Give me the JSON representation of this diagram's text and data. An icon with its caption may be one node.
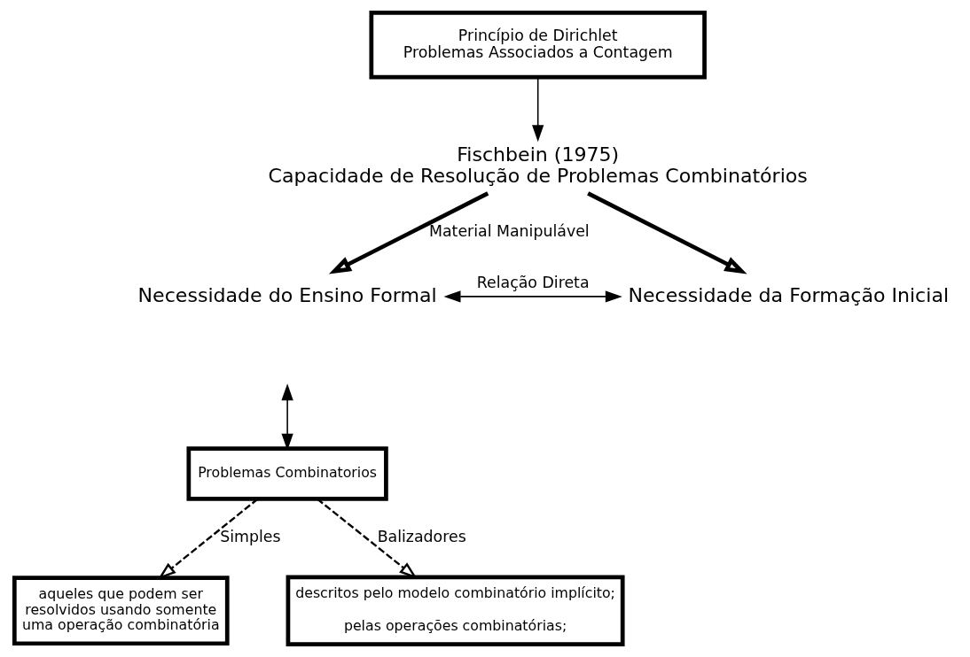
{
  "diagram": {
    "nodes": [
      {
        "text": [
          "Princípio de Dirichlet",
          "Problemas Associados a Contagem"
        ]
      },
      {
        "text": [
          "Fischbein (1975)",
          "Capacidade de Resolução de Problemas Combinatórios"
        ]
      },
      {
        "text": [
          "Necessidade do Ensino Formal"
        ]
      },
      {
        "text": [
          "Necessidade da Formação Inicial"
        ]
      },
      {
        "text": [
          "Problemas Combinatorios"
        ]
      },
      {
        "text": [
          "aqueles que podem ser resolvidos usando somente uma operação combinatória"
        ]
      },
      {
        "text": [
          "descritos pelo modelo combinatório implícito;",
          "pelas operações combinatórias;"
        ]
      }
    ],
    "edges": [
      {
        "from": 0,
        "to": 1,
        "arrow": "to"
      },
      {
        "from": 1,
        "to": 2,
        "arrow": "to",
        "label": "Material Manipulável",
        "style": "thick"
      },
      {
        "from": 1,
        "to": 3,
        "arrow": "to",
        "style": "thick"
      },
      {
        "from": 2,
        "to": 3,
        "arrow": "both",
        "label": "Relação Direta"
      },
      {
        "from": null,
        "to": 4,
        "arrow": "both"
      },
      {
        "from": 4,
        "to": 5,
        "arrow": "to",
        "label": "Simples",
        "style": "dashed"
      },
      {
        "from": 4,
        "to": 6,
        "arrow": "to",
        "label": "Balizadores",
        "style": "dashed"
      }
    ]
  }
}
